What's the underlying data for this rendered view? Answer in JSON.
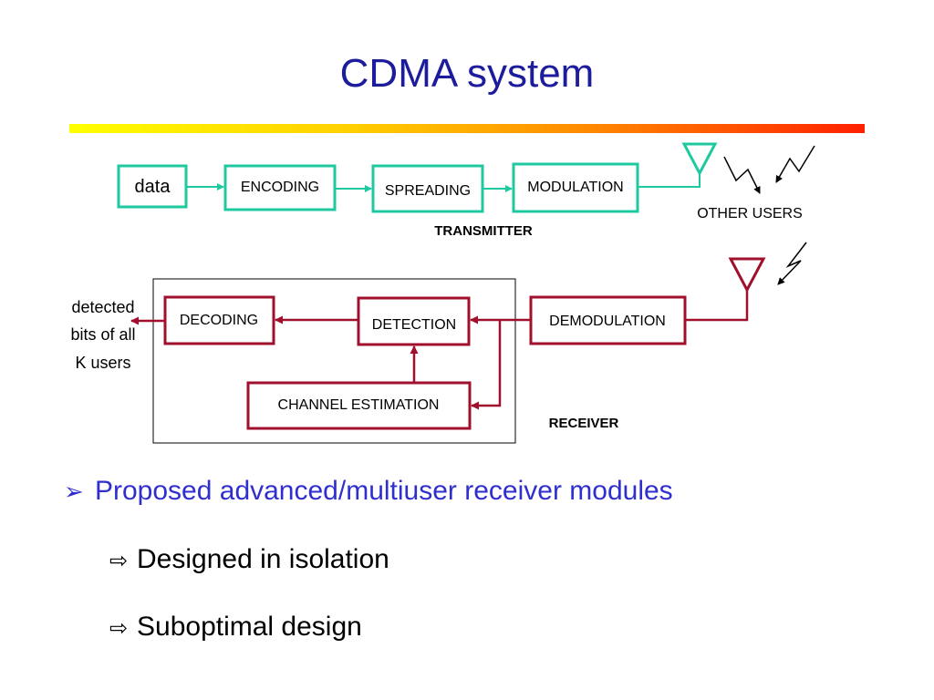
{
  "slide": {
    "title": "CDMA system"
  },
  "diagram": {
    "transmitter": {
      "data_label": "data",
      "encoding_label": "ENCODING",
      "spreading_label": "SPREADING",
      "modulation_label": "MODULATION",
      "section_label": "TRANSMITTER",
      "color": "#1ec9a0"
    },
    "other_users_label": "OTHER USERS",
    "receiver": {
      "demodulation_label": "DEMODULATION",
      "detection_label": "DETECTION",
      "decoding_label": "DECODING",
      "channel_estimation_label": "CHANNEL  ESTIMATION",
      "section_label": "RECEIVER",
      "output_line1": "detected",
      "output_line2": "bits of all",
      "output_line3": "K users",
      "color": "#a0102c"
    }
  },
  "bullets": {
    "main": "Proposed advanced/multiuser receiver modules",
    "sub1": "Designed in isolation",
    "sub2": "Suboptimal design"
  }
}
